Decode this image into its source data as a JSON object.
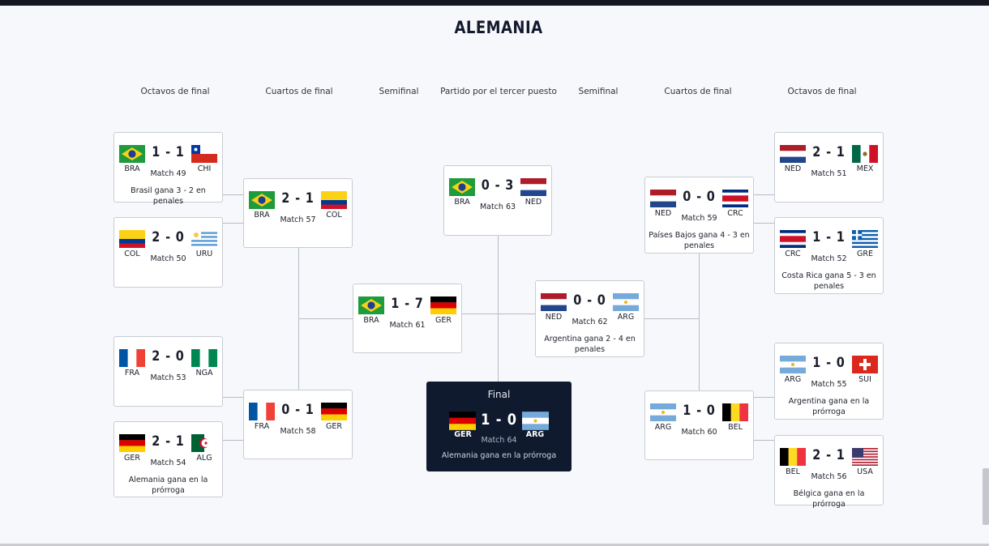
{
  "title": "ALEMANIA",
  "rounds": [
    "Octavos de final",
    "Cuartos de final",
    "Semifinal",
    "Partido por el tercer puesto",
    "Semifinal",
    "Cuartos de final",
    "Octavos de final"
  ],
  "matches": {
    "m49": {
      "home": "BRA",
      "away": "CHI",
      "score": "1 - 1",
      "match": "Match 49",
      "note": "Brasil gana 3 - 2 en penales",
      "home_flag": "brazil-flag-icon",
      "away_flag": "chile-flag-icon"
    },
    "m50": {
      "home": "COL",
      "away": "URU",
      "score": "2 - 0",
      "match": "Match 50",
      "note": "",
      "home_flag": "colombia-flag-icon",
      "away_flag": "uruguay-flag-icon"
    },
    "m53": {
      "home": "FRA",
      "away": "NGA",
      "score": "2 - 0",
      "match": "Match 53",
      "note": "",
      "home_flag": "france-flag-icon",
      "away_flag": "nigeria-flag-icon"
    },
    "m54": {
      "home": "GER",
      "away": "ALG",
      "score": "2 - 1",
      "match": "Match 54",
      "note": "Alemania gana en la prórroga",
      "home_flag": "germany-flag-icon",
      "away_flag": "algeria-flag-icon"
    },
    "m57": {
      "home": "BRA",
      "away": "COL",
      "score": "2 - 1",
      "match": "Match 57",
      "note": "",
      "home_flag": "brazil-flag-icon",
      "away_flag": "colombia-flag-icon"
    },
    "m58": {
      "home": "FRA",
      "away": "GER",
      "score": "0 - 1",
      "match": "Match 58",
      "note": "",
      "home_flag": "france-flag-icon",
      "away_flag": "germany-flag-icon"
    },
    "m61": {
      "home": "BRA",
      "away": "GER",
      "score": "1 - 7",
      "match": "Match 61",
      "note": "",
      "home_flag": "brazil-flag-icon",
      "away_flag": "germany-flag-icon"
    },
    "m63": {
      "home": "BRA",
      "away": "NED",
      "score": "0 - 3",
      "match": "Match 63",
      "note": "",
      "home_flag": "brazil-flag-icon",
      "away_flag": "netherlands-flag-icon"
    },
    "m64": {
      "title": "Final",
      "home": "GER",
      "away": "ARG",
      "score": "1 - 0",
      "match": "Match 64",
      "note": "Alemania gana en la prórroga",
      "home_flag": "germany-flag-icon",
      "away_flag": "argentina-flag-icon"
    },
    "m62": {
      "home": "NED",
      "away": "ARG",
      "score": "0 - 0",
      "match": "Match 62",
      "note": "Argentina gana 2 - 4 en penales",
      "home_flag": "netherlands-flag-icon",
      "away_flag": "argentina-flag-icon"
    },
    "m59": {
      "home": "NED",
      "away": "CRC",
      "score": "0 - 0",
      "match": "Match 59",
      "note": "Países Bajos gana 4 - 3 en penales",
      "home_flag": "netherlands-flag-icon",
      "away_flag": "costa-rica-flag-icon"
    },
    "m60": {
      "home": "ARG",
      "away": "BEL",
      "score": "1 - 0",
      "match": "Match 60",
      "note": "",
      "home_flag": "argentina-flag-icon",
      "away_flag": "belgium-flag-icon"
    },
    "m51": {
      "home": "NED",
      "away": "MEX",
      "score": "2 - 1",
      "match": "Match 51",
      "note": "",
      "home_flag": "netherlands-flag-icon",
      "away_flag": "mexico-flag-icon"
    },
    "m52": {
      "home": "CRC",
      "away": "GRE",
      "score": "1 - 1",
      "match": "Match 52",
      "note": "Costa Rica gana 5 - 3 en penales",
      "home_flag": "costa-rica-flag-icon",
      "away_flag": "greece-flag-icon"
    },
    "m55": {
      "home": "ARG",
      "away": "SUI",
      "score": "1 - 0",
      "match": "Match 55",
      "note": "Argentina gana en la prórroga",
      "home_flag": "argentina-flag-icon",
      "away_flag": "switzerland-flag-icon"
    },
    "m56": {
      "home": "BEL",
      "away": "USA",
      "score": "2 - 1",
      "match": "Match 56",
      "note": "Bélgica gana en la prórroga",
      "home_flag": "belgium-flag-icon",
      "away_flag": "usa-flag-icon"
    }
  }
}
